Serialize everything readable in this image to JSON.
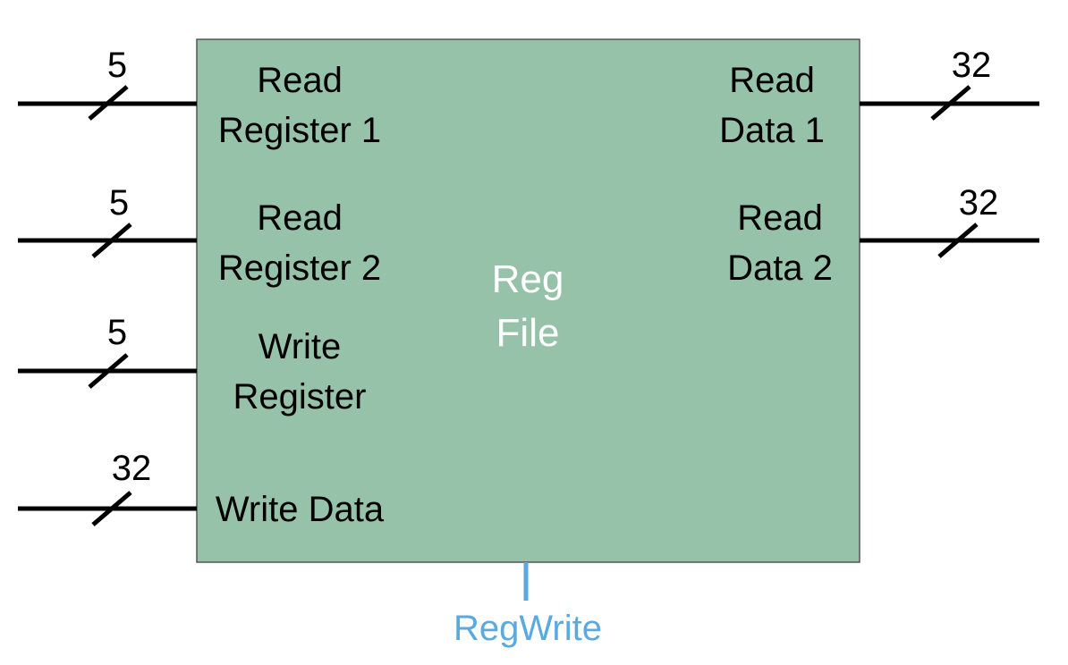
{
  "block": {
    "title_line1": "Reg",
    "title_line2": "File",
    "fill_color": "#97c2aa",
    "title_color": "#ffffff"
  },
  "inputs": [
    {
      "line1": "Read",
      "line2": "Register 1",
      "width": "5"
    },
    {
      "line1": "Read",
      "line2": "Register 2",
      "width": "5"
    },
    {
      "line1": "Write",
      "line2": "Register",
      "width": "5"
    },
    {
      "line1": "Write Data",
      "line2": "",
      "width": "32"
    }
  ],
  "outputs": [
    {
      "line1": "Read",
      "line2": "Data 1",
      "width": "32"
    },
    {
      "line1": "Read",
      "line2": "Data 2",
      "width": "32"
    }
  ],
  "control": {
    "label": "RegWrite",
    "color": "#5aa9e0"
  }
}
